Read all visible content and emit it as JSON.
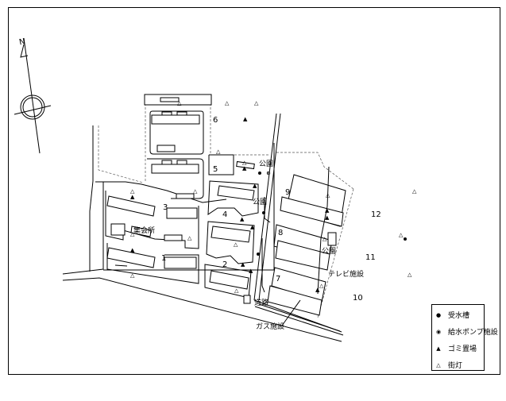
{
  "map": {
    "north_label": "N",
    "buildings": [
      {
        "id": "1",
        "label": "1"
      },
      {
        "id": "2",
        "label": "2"
      },
      {
        "id": "3",
        "label": "3"
      },
      {
        "id": "4",
        "label": "4"
      },
      {
        "id": "5",
        "label": "5"
      },
      {
        "id": "6",
        "label": "6"
      },
      {
        "id": "7",
        "label": "7"
      },
      {
        "id": "8",
        "label": "8"
      },
      {
        "id": "9",
        "label": "9"
      },
      {
        "id": "10",
        "label": "10"
      },
      {
        "id": "11",
        "label": "11"
      },
      {
        "id": "12",
        "label": "12"
      }
    ],
    "labels": {
      "park": "公園",
      "meeting_hall": "集会所",
      "road": "道路",
      "gas_facility": "ガス施設",
      "tv_facility": "テレビ施設"
    }
  },
  "legend": {
    "items": [
      {
        "symbol": "●",
        "icon": "water-tank-icon",
        "label": "受水槽"
      },
      {
        "symbol": "◉",
        "icon": "water-pump-icon",
        "label": "給水ポンプ施設"
      },
      {
        "symbol": "▲",
        "icon": "garbage-station-icon",
        "label": "ゴミ置場"
      },
      {
        "symbol": "△",
        "icon": "street-light-icon",
        "label": "街灯"
      }
    ]
  }
}
